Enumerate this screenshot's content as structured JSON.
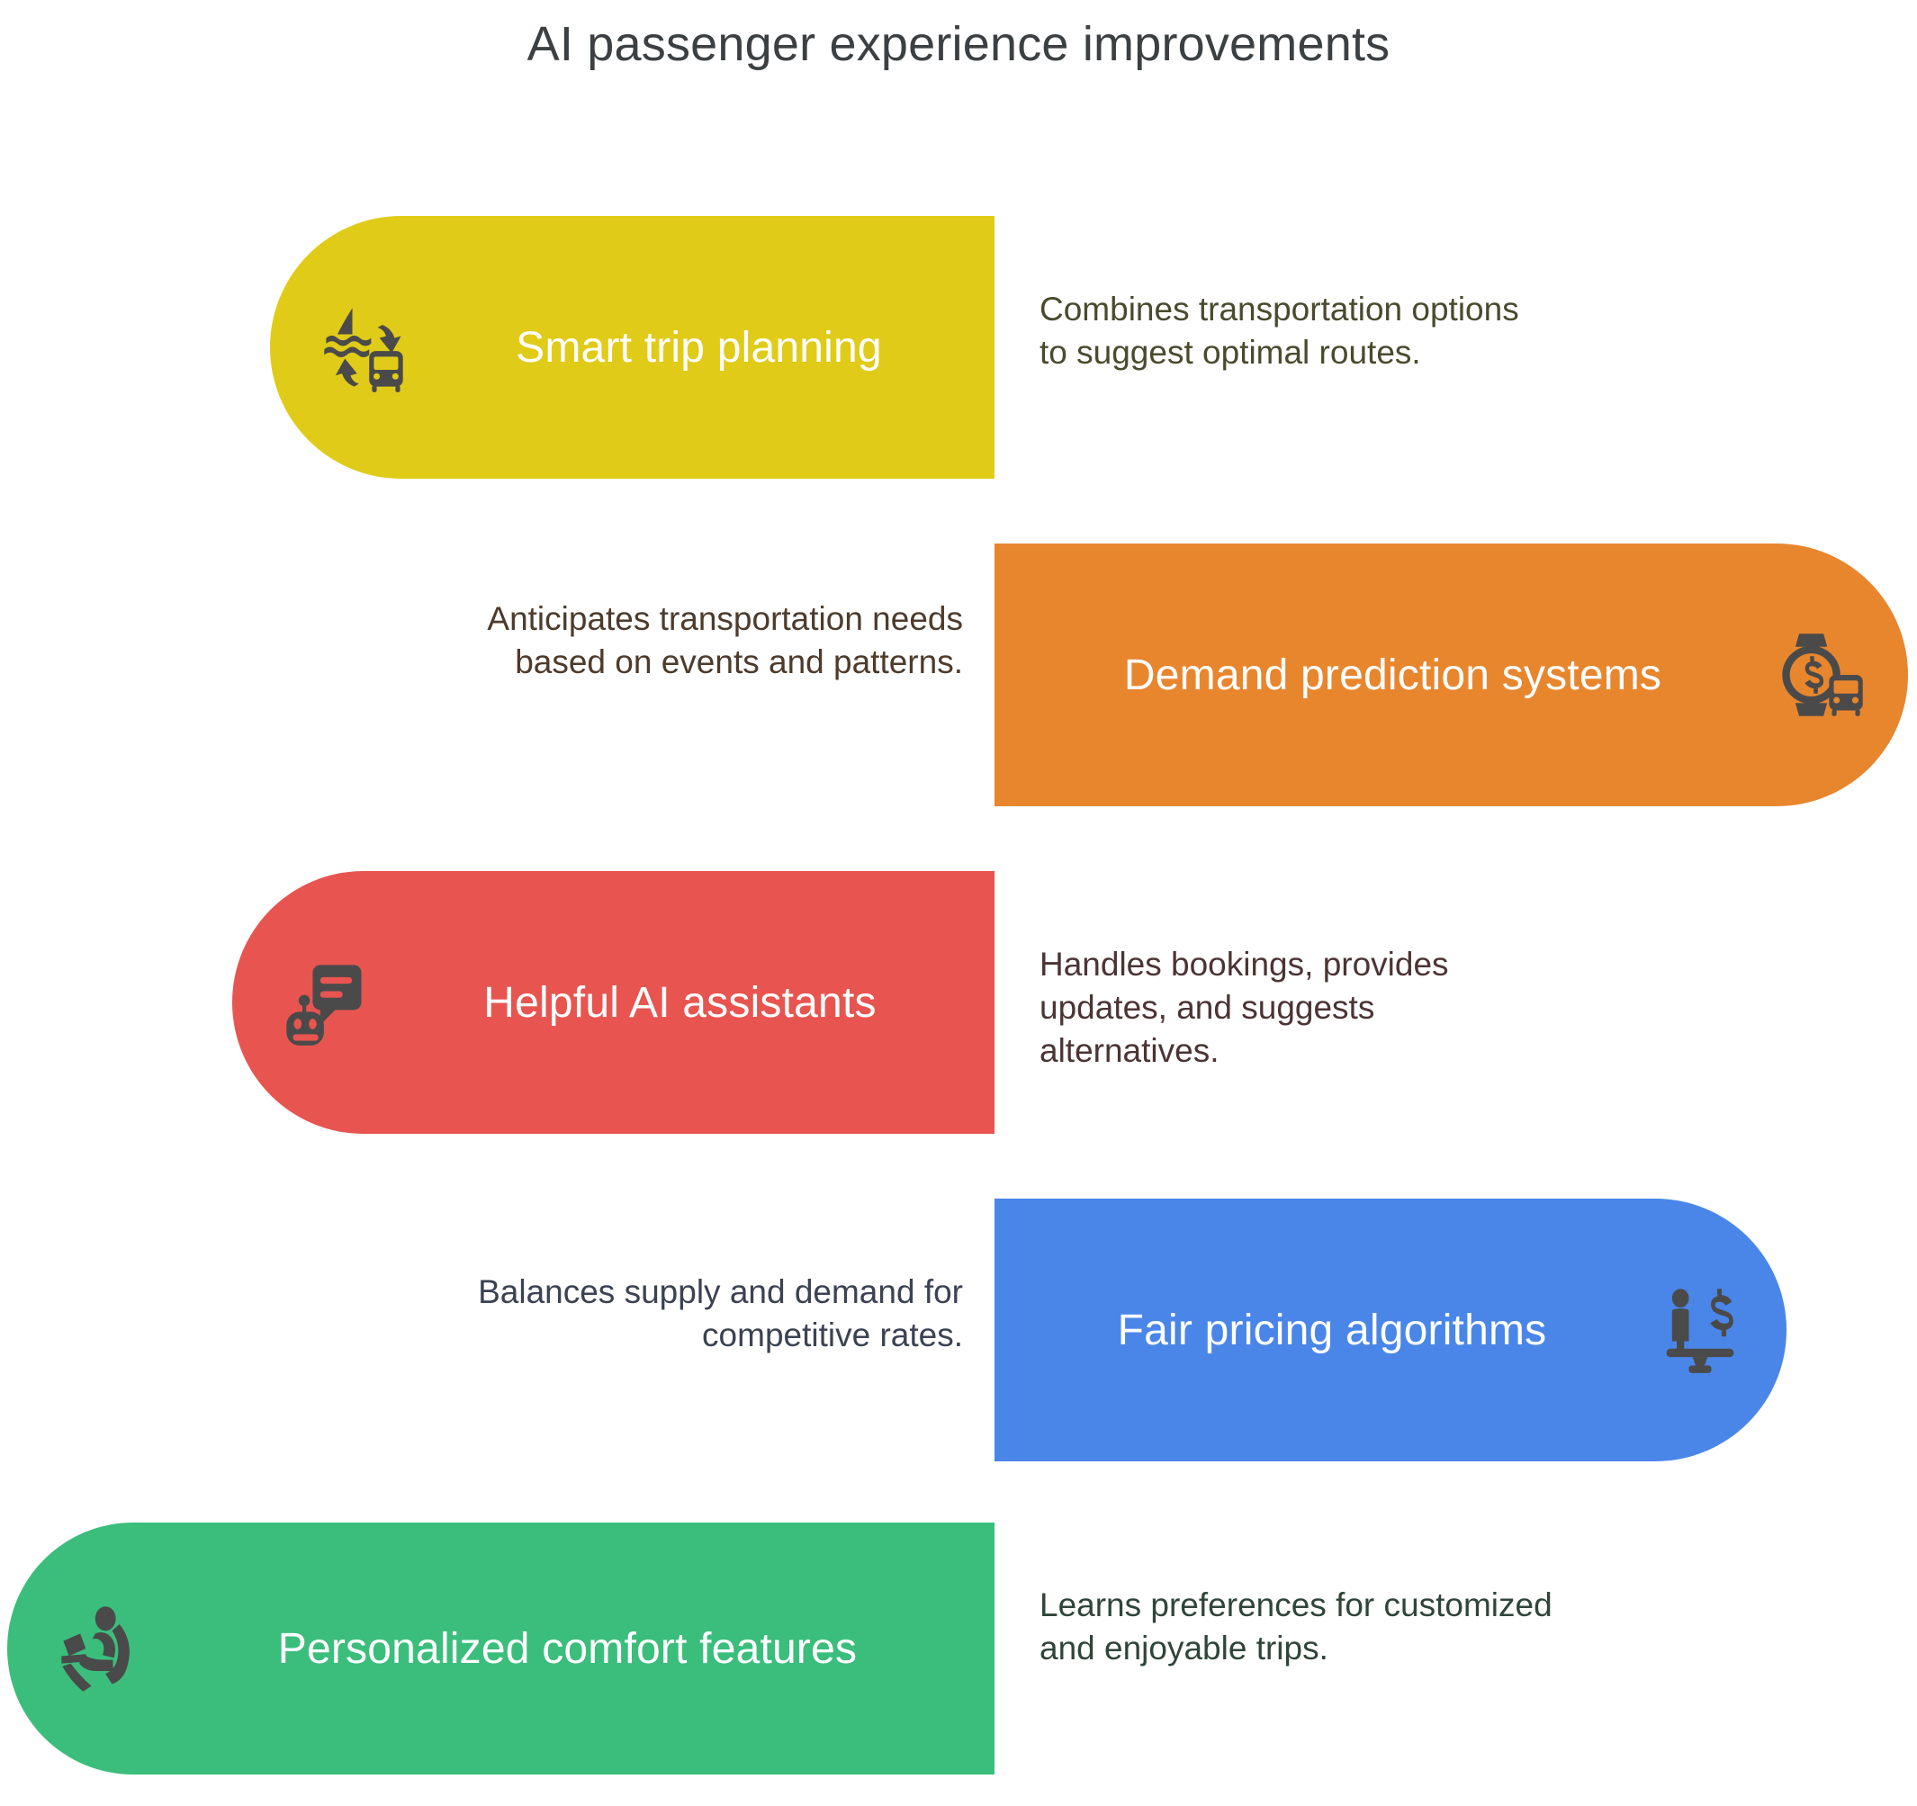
{
  "page": {
    "title": "AI passenger experience improvements",
    "title_color": "#3c4043",
    "background": "#ffffff"
  },
  "rows": [
    {
      "id": "smart-trip-planning",
      "label": "Smart trip planning",
      "description": "Combines transportation options to suggest optimal routes.",
      "bar_color": "#E0CB18",
      "label_color": "#ffffff",
      "desc_color": "#4a4a2e",
      "icon_color": "#4a4a4a",
      "icon_name": "ferry-to-bus-icon",
      "side": "left",
      "desc_side": "right"
    },
    {
      "id": "demand-prediction-systems",
      "label": "Demand prediction systems",
      "description": "Anticipates transportation needs based on events and patterns.",
      "bar_color": "#E8862E",
      "label_color": "#ffffff",
      "desc_color": "#4d3b2c",
      "icon_color": "#4a4a4a",
      "icon_name": "watch-dollar-bus-icon",
      "side": "right",
      "desc_side": "left"
    },
    {
      "id": "helpful-ai-assistants",
      "label": "Helpful AI assistants",
      "description": "Handles bookings, provides updates, and suggests alternatives.",
      "bar_color": "#E85550",
      "label_color": "#ffffff",
      "desc_color": "#4c3434",
      "icon_color": "#4a4a4a",
      "icon_name": "robot-chat-icon",
      "side": "left",
      "desc_side": "right"
    },
    {
      "id": "fair-pricing-algorithms",
      "label": "Fair pricing algorithms",
      "description": "Balances supply and demand for competitive rates.",
      "bar_color": "#4A86E8",
      "label_color": "#ffffff",
      "desc_color": "#3b4252",
      "icon_color": "#4a4a4a",
      "icon_name": "balance-scale-person-dollar-icon",
      "side": "right",
      "desc_side": "left"
    },
    {
      "id": "personalized-comfort-features",
      "label": "Personalized comfort features",
      "description": "Learns preferences for customized and enjoyable trips.",
      "bar_color": "#3BBE7C",
      "label_color": "#ffffff",
      "desc_color": "#30453a",
      "icon_color": "#4a4a4a",
      "icon_name": "reclining-passenger-laptop-icon",
      "side": "left",
      "desc_side": "right"
    }
  ]
}
